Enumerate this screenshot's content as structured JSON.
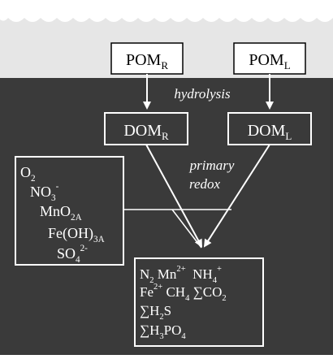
{
  "colors": {
    "sediment": "#3a3a3a",
    "water": "#e6e6e6",
    "sky": "#ffffff",
    "stroke": "#ffffff",
    "text": "#ffffff",
    "box_top_fill": "#ffffff",
    "box_top_text": "#000000"
  },
  "boxes": {
    "pom_r": {
      "main": "POM",
      "sub": "R"
    },
    "pom_l": {
      "main": "POM",
      "sub": "L"
    },
    "dom_r": {
      "main": "DOM",
      "sub": "R"
    },
    "dom_l": {
      "main": "DOM",
      "sub": "L"
    }
  },
  "labels": {
    "hydrolysis": "hydrolysis",
    "primary": "primary",
    "redox": "redox"
  },
  "oxidants": [
    {
      "main": "O",
      "sub": "2",
      "sup": ""
    },
    {
      "main": "NO",
      "sub": "3",
      "sup": "-"
    },
    {
      "main": "MnO",
      "sub": "2A",
      "sup": ""
    },
    {
      "main": "Fe(OH)",
      "sub": "3A",
      "sup": ""
    },
    {
      "main": "SO",
      "sub": "4",
      "sup": "2-"
    }
  ],
  "products": {
    "line1": [
      {
        "main": "N",
        "sub": "2",
        "sup": ""
      },
      {
        "main": " Mn",
        "sub": "",
        "sup": "2+"
      },
      {
        "main": "  NH",
        "sub": "4",
        "sup": "+"
      }
    ],
    "line2": [
      {
        "main": "Fe",
        "sub": "",
        "sup": "2+"
      },
      {
        "main": " CH",
        "sub": "4",
        "sup": ""
      },
      {
        "main": " ∑CO",
        "sub": "2",
        "sup": ""
      }
    ],
    "line3": [
      {
        "main": "∑H",
        "sub": "2",
        "sup": ""
      },
      {
        "main": "S",
        "sub": "",
        "sup": ""
      }
    ],
    "line4": [
      {
        "main": "∑H",
        "sub": "3",
        "sup": ""
      },
      {
        "main": "PO",
        "sub": "4",
        "sup": ""
      }
    ]
  }
}
